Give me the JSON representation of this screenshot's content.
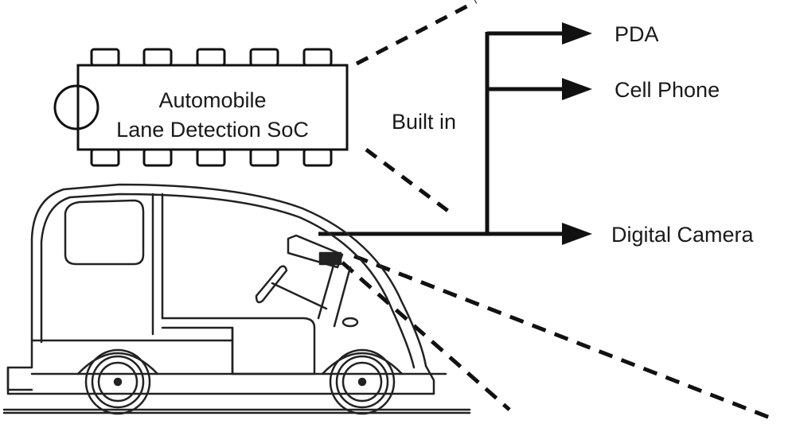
{
  "chip": {
    "line1": "Automobile",
    "line2": "Lane Detection SoC"
  },
  "built_in_label": "Built in",
  "outputs": {
    "pda": "PDA",
    "cell_phone": "Cell Phone",
    "digital_camera": "Digital Camera"
  },
  "colors": {
    "ink": "#111111",
    "background": "#ffffff"
  }
}
